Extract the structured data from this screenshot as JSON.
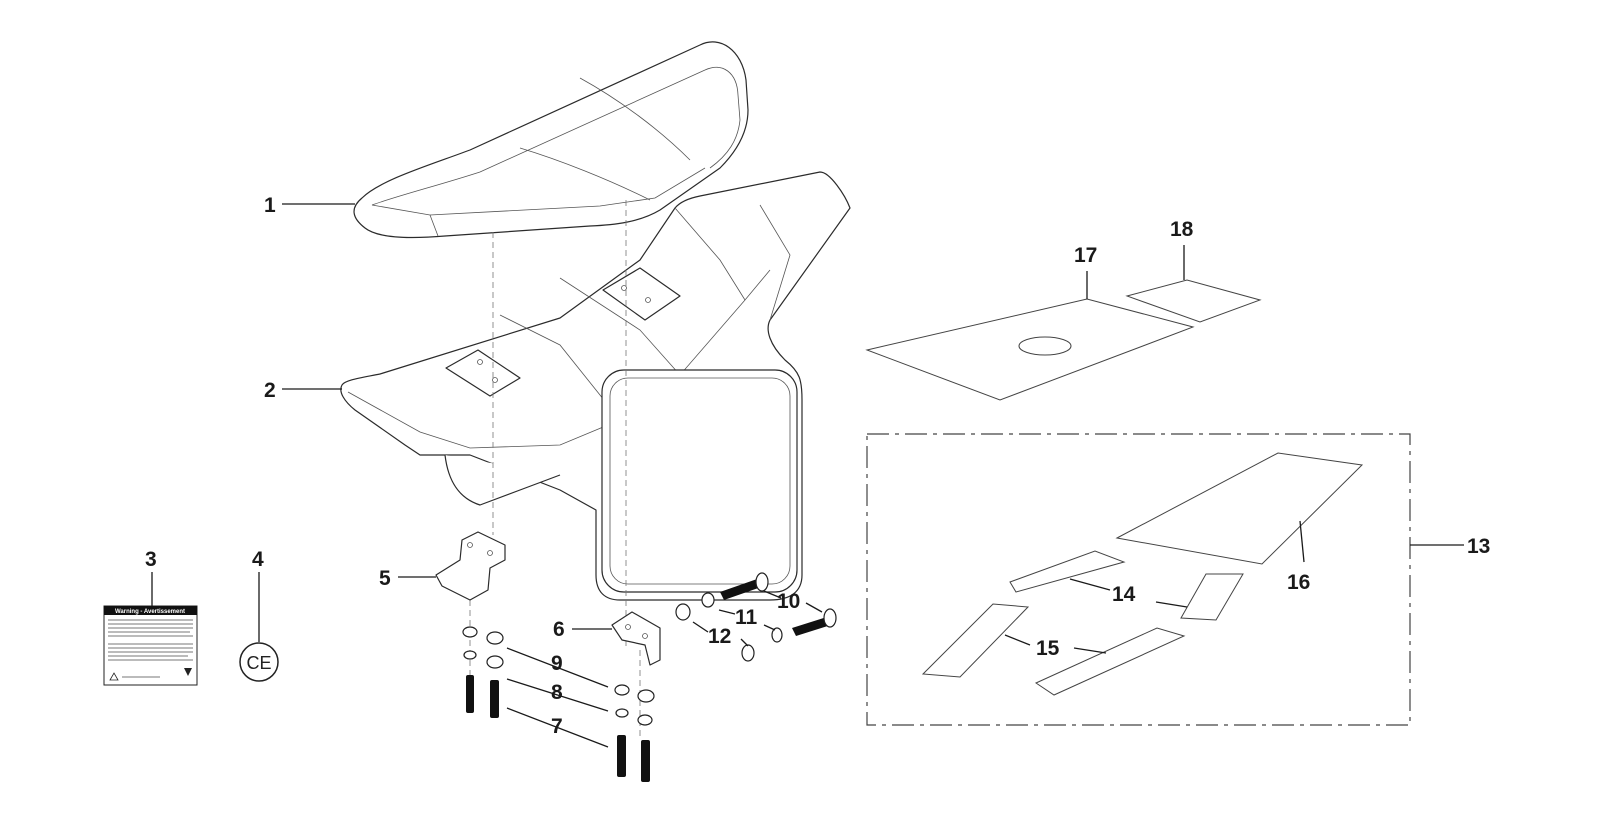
{
  "diagram": {
    "labels": [
      {
        "id": "1",
        "text": "1"
      },
      {
        "id": "2",
        "text": "2"
      },
      {
        "id": "3",
        "text": "3"
      },
      {
        "id": "4",
        "text": "4"
      },
      {
        "id": "5",
        "text": "5"
      },
      {
        "id": "6",
        "text": "6"
      },
      {
        "id": "7",
        "text": "7"
      },
      {
        "id": "8",
        "text": "8"
      },
      {
        "id": "9",
        "text": "9"
      },
      {
        "id": "10",
        "text": "10"
      },
      {
        "id": "11",
        "text": "11"
      },
      {
        "id": "12",
        "text": "12"
      },
      {
        "id": "13",
        "text": "13"
      },
      {
        "id": "14",
        "text": "14"
      },
      {
        "id": "15",
        "text": "15"
      },
      {
        "id": "16",
        "text": "16"
      },
      {
        "id": "17",
        "text": "17"
      },
      {
        "id": "18",
        "text": "18"
      }
    ],
    "warning_label": {
      "heading": "Warning - Avertissement"
    },
    "ce_mark": "CE",
    "colors": {
      "line": "#1a1a1a",
      "background": "#ffffff",
      "bolt": "#111111"
    }
  }
}
